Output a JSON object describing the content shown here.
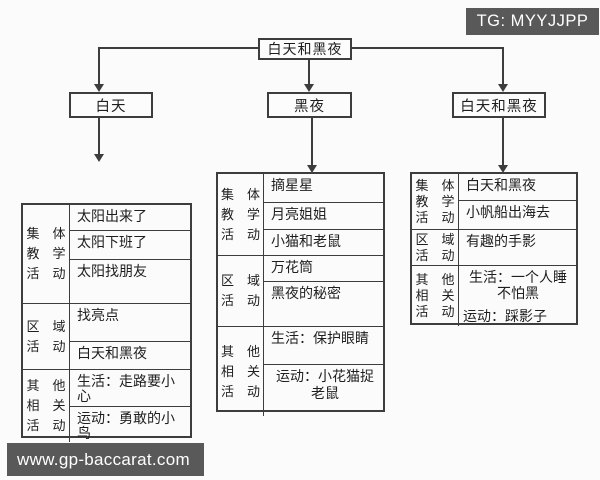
{
  "badge": {
    "text": "TG: MYYJJPP"
  },
  "watermark": {
    "text": "www.gp-baccarat.com"
  },
  "colors": {
    "line": "#3d3d3d",
    "bar_bg": "#595959",
    "page_bg": "#fbfbfb"
  },
  "tree": {
    "root": {
      "label": "白天和黑夜"
    },
    "children": [
      {
        "label": "白天"
      },
      {
        "label": "黑夜"
      },
      {
        "label": "白天和黑夜"
      }
    ]
  },
  "tables": [
    {
      "topic": "白天",
      "groups": [
        {
          "label": [
            "集　体",
            "教　学",
            "活　动"
          ],
          "rows": [
            "太阳出来了",
            "太阳下班了",
            "太阳找朋友"
          ]
        },
        {
          "label": [
            "区　域",
            "活　动"
          ],
          "rows": [
            "找亮点",
            "白天和黑夜"
          ]
        },
        {
          "label": [
            "其　他",
            "相　关",
            "活　动"
          ],
          "rows": [
            "生活：走路要小心",
            "运动：勇敢的小鸟"
          ]
        }
      ]
    },
    {
      "topic": "黑夜",
      "groups": [
        {
          "label": [
            "集　体",
            "教　学",
            "活　动"
          ],
          "rows": [
            "摘星星",
            "月亮姐姐",
            "小猫和老鼠"
          ]
        },
        {
          "label": [
            "区　域",
            "活　动"
          ],
          "rows": [
            "万花筒",
            "黑夜的秘密"
          ]
        },
        {
          "label": [
            "其　他",
            "相　关",
            "活　动"
          ],
          "rows": [
            "生活：保护眼睛",
            "运动：小花猫捉老鼠"
          ]
        }
      ]
    },
    {
      "topic": "白天和黑夜",
      "groups": [
        {
          "label": [
            "集　体",
            "教　学",
            "活　动"
          ],
          "rows": [
            "白天和黑夜",
            "小帆船出海去"
          ]
        },
        {
          "label": [
            "区　域",
            "活　动"
          ],
          "rows": [
            "有趣的手影"
          ]
        },
        {
          "label": [
            "其　他",
            "相　关",
            "活　动"
          ],
          "rows": [
            "生活：一个人睡不怕黑",
            "运动：踩影子"
          ]
        }
      ]
    }
  ]
}
